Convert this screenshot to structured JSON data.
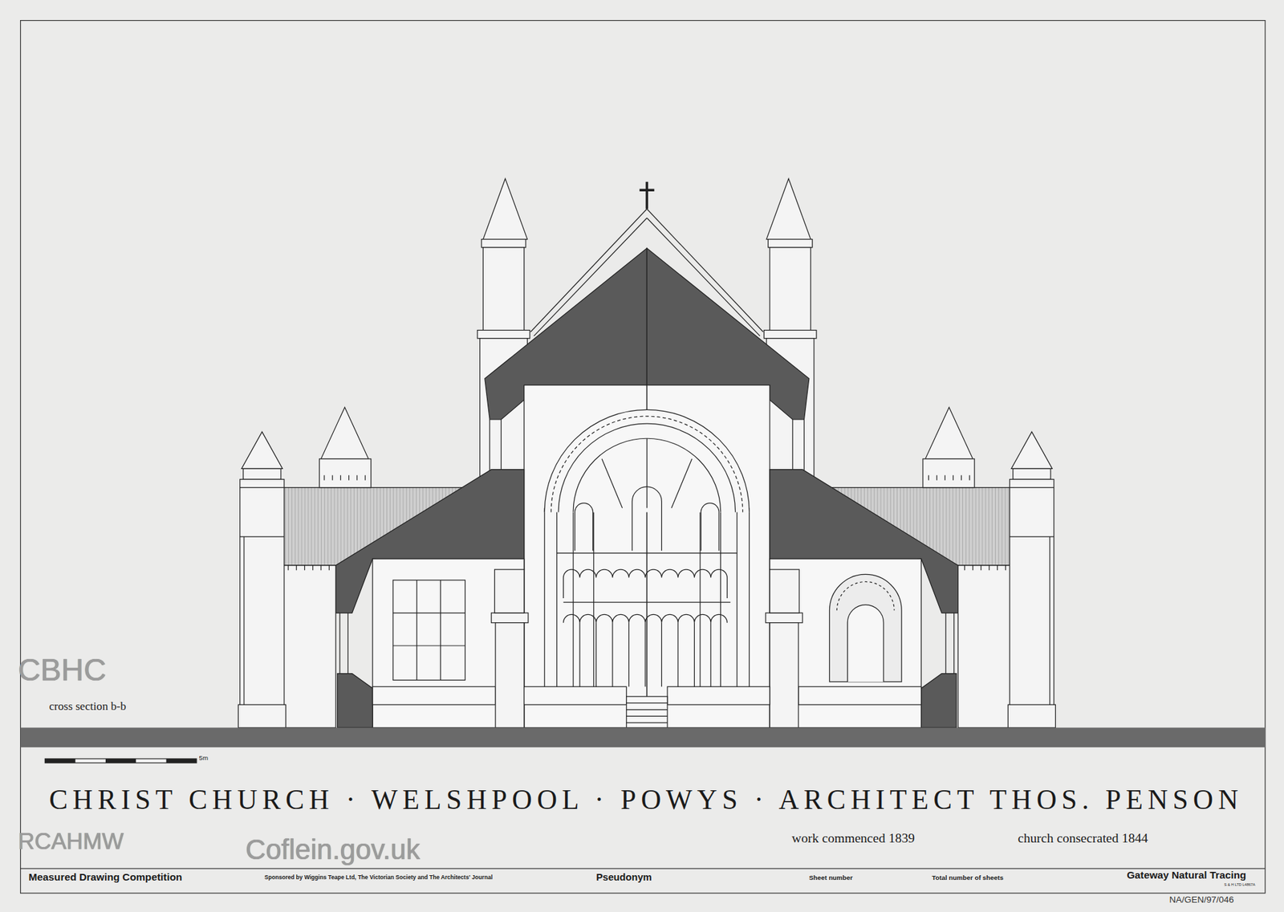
{
  "diagram": {
    "title": "CHRIST CHURCH · WELSHPOOL · POWYS · ARCHITECT THOS. PENSON",
    "labels": [
      "cross section b-b",
      "5m",
      "work commenced 1839",
      "church consecrated 1844",
      "Measured Drawing Competition",
      "Sponsored by Wiggins Teape Ltd, The Victorian Society and The Architects' Journal",
      "Pseudonym",
      "Sheet number",
      "Total number of sheets",
      "Gateway Natural Tracing",
      "S & H LTD L4867A",
      "NA/GEN/97/046",
      "CBHC",
      "RCAHMW",
      "Coflein.gov.uk"
    ]
  }
}
